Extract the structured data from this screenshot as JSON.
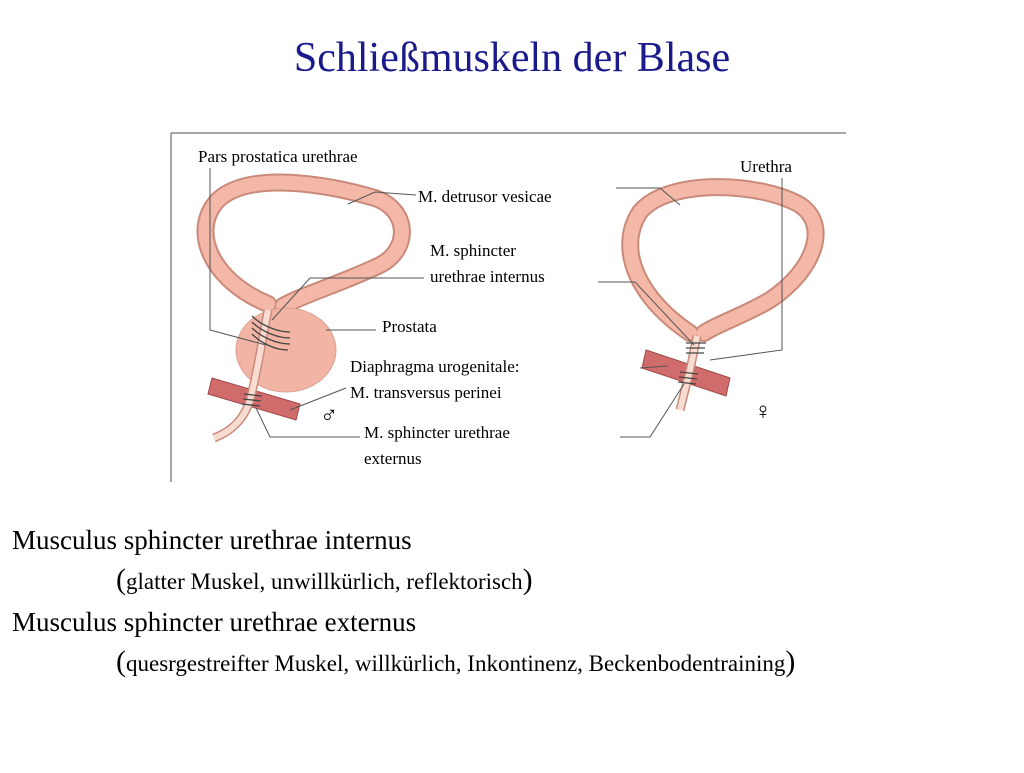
{
  "title": "Schließmuskeln der Blase",
  "diagram": {
    "labels": {
      "pars_prostatica": "Pars prostatica urethrae",
      "detrusor": "M. detrusor vesicae",
      "sphincter_internus_1": "M. sphincter",
      "sphincter_internus_2": "urethrae internus",
      "prostata": "Prostata",
      "diaphragma_1": "Diaphragma urogenitale:",
      "diaphragma_2": "M. transversus perinei",
      "sphincter_externus_1": "M. sphincter urethrae",
      "sphincter_externus_2": "externus",
      "urethra": "Urethra",
      "male_symbol": "♂",
      "female_symbol": "♀"
    },
    "colors": {
      "bladder_wall": "#f4b8a8",
      "bladder_outline": "#c98a7a",
      "prostate": "#f2b5a5",
      "diaphragm": "#d06c6c",
      "leader_line": "#555555"
    }
  },
  "text": {
    "line1": "Musculus sphincter urethrae internus",
    "line2_open": "(",
    "line2": "glatter Muskel, unwillkürlich, reflektorisch",
    "line2_close": ")",
    "line3": "Musculus sphincter urethrae externus",
    "line4_open": "(",
    "line4": "quesrgestreifter Muskel, willkürlich, Inkontinenz, Beckenbodentraining",
    "line4_close": ")"
  }
}
